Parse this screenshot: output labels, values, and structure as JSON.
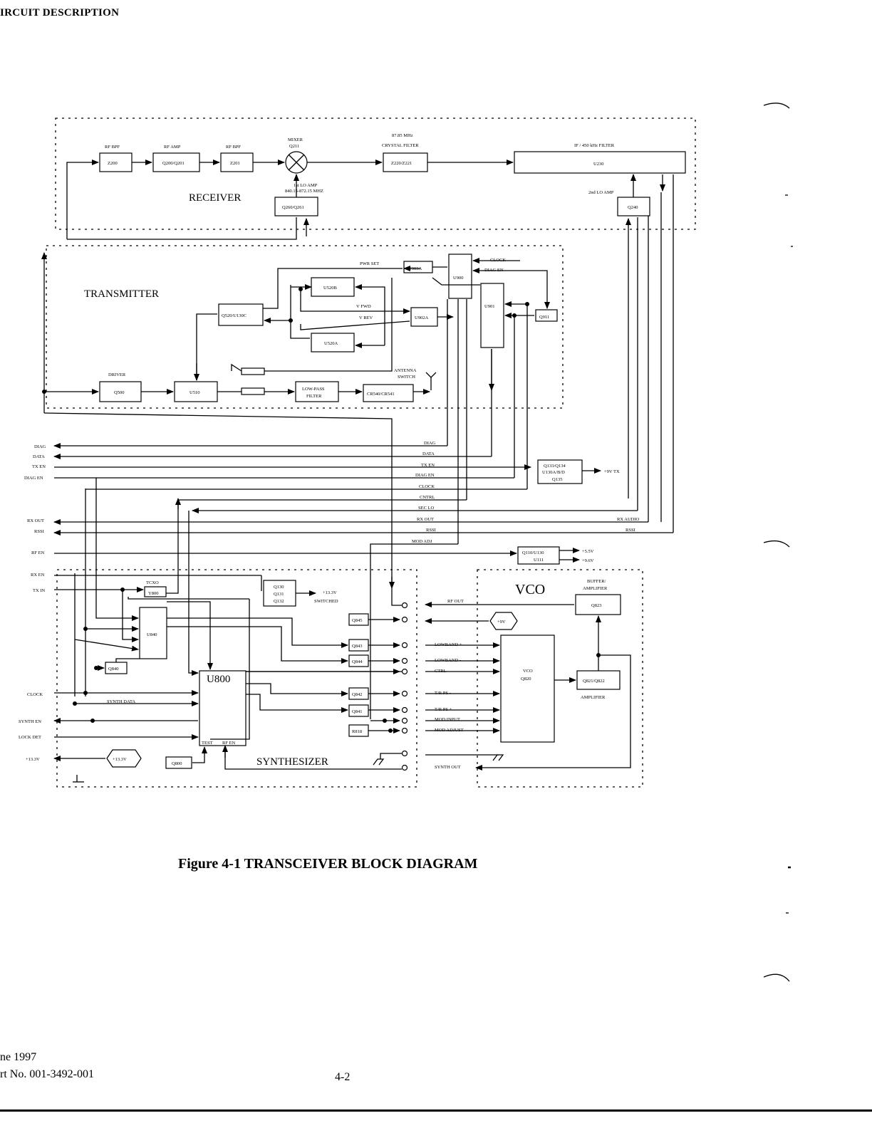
{
  "page": {
    "header": "IRCUIT DESCRIPTION",
    "caption": "Figure 4-1   TRANSCEIVER BLOCK DIAGRAM",
    "footer_date": "ne 1997",
    "footer_part": "rt No. 001-3492-001",
    "page_number": "4-2"
  },
  "sections": {
    "receiver": "RECEIVER",
    "transmitter": "TRANSMITTER",
    "synthesizer": "SYNTHESIZER",
    "vco": "VCO"
  },
  "receiver": {
    "rf_bpf1_label": "RF BPF",
    "rf_bpf1": "Z200",
    "rf_amp_label": "RF AMP",
    "rf_amp": "Q200/Q201",
    "rf_bpf2_label": "RF BPF",
    "rf_bpf2": "Z201",
    "mixer_label1": "MIXER",
    "mixer_label2": "Q211",
    "crystal_label1": "87.85 MHz",
    "crystal_label2": "CRYSTAL FILTER",
    "crystal": "Z220/Z221",
    "if_label": "IF / 450 kHz FILTER",
    "if": "U230",
    "lo1_label1": "1st LO AMP",
    "lo1_label2": "840.15-872.15 MHZ",
    "lo1": "Q260/Q261",
    "lo2_label": "2nd LO AMP",
    "lo2": "Q240"
  },
  "transmitter": {
    "pwr_set": "PWR SET",
    "u903a": "U903A",
    "u900": "U900",
    "u901": "U901",
    "clock": "CLOCK",
    "diag_en": "DIAG EN",
    "q911": "Q911",
    "u520b": "U520B",
    "u520a": "U520A",
    "q520": "Q520/U130C",
    "v_fwd": "V FWD",
    "v_rev": "V REV",
    "u902a": "U902A",
    "driver_label": "DRIVER",
    "q500": "Q500",
    "u510": "U510",
    "lpf1": "LOW-PASS",
    "lpf2": "FILTER",
    "ant_label1": "ANTENNA",
    "ant_label2": "SWITCH",
    "cr540": "CR540/CR541"
  },
  "signals_left": [
    "DIAG",
    "DATA",
    "TX EN",
    "DIAG EN",
    "RX OUT",
    "RSSI",
    "RF EN",
    "RX EN",
    "TX IN",
    "CLOCK",
    "SYNTH EN",
    "LOCK DET",
    "+13.3V"
  ],
  "signals_mid": [
    "DIAG",
    "DATA",
    "TX EN",
    "DIAG EN",
    "CLOCK",
    "CNTRL",
    "SEC LO",
    "RX OUT",
    "RSSI",
    "MOD ADJ"
  ],
  "signals_right": {
    "rx_audio": "RX AUDIO",
    "rssi": "RSSI"
  },
  "power": {
    "q133_1": "Q133/Q134",
    "q133_2": "U130A/B/D",
    "q133_3": "Q135",
    "plus9tx": "+9V TX",
    "q110_1": "Q110/U130",
    "q110_2": "U111",
    "plus55": "+5.5V",
    "plus96": "+9.6V",
    "q130_1": "Q130",
    "q130_2": "Q131",
    "q130_3": "Q132",
    "sw1": "+13.3V",
    "sw2": "SWITCHED"
  },
  "synthesizer": {
    "tcxo": "TCXO",
    "y800": "Y800",
    "u840": "U840",
    "q840": "Q840",
    "u800": "U800",
    "synth_data": "SYNTH DATA",
    "test": "TEST",
    "rfen": "RF EN",
    "q800": "Q800",
    "v133": "+13.3V",
    "q845": "Q845",
    "q843": "Q843",
    "q844": "Q844",
    "q842": "Q842",
    "q841": "Q841",
    "r818": "R818"
  },
  "vco": {
    "rf_out": "RF OUT",
    "plus9v": "+9V",
    "lowband_p": "LOWBAND +",
    "lowband_m": "LOWBAND -",
    "ctrl": "CTRL",
    "tr_ps_m": "T/R PS -",
    "tr_ps_p": "T/R PS +",
    "mod_input": "MOD INPUT",
    "mod_adjust": "MOD ADJUST",
    "synth_out": "SYNTH OUT",
    "vco_label": "VCO",
    "q820": "Q820",
    "buf1": "BUFFER/",
    "buf2": "AMPLIFIER",
    "q823": "Q823",
    "q821": "Q821/Q822",
    "amp": "AMPLIFIER"
  }
}
